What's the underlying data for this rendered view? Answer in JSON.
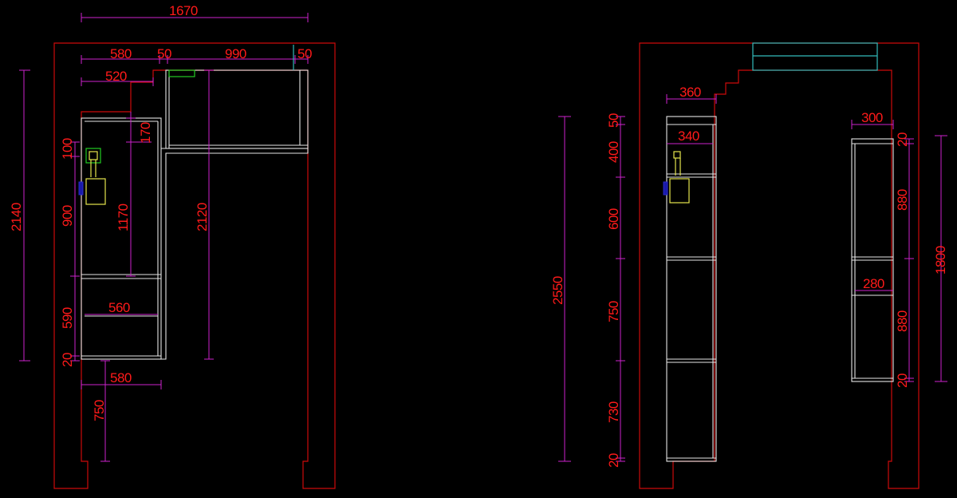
{
  "colors": {
    "background": "#000000",
    "wall": "#cc0a0a",
    "cabinet": "#e6e6e6",
    "dimension_line": "#cc22cc",
    "dimension_text": "#ff1a1a",
    "fixture": "#e6e64d",
    "accent_green": "#22cc22",
    "accent_cyan": "#33bbbb",
    "accent_blue": "#1a1aaa"
  },
  "left_view": {
    "dims": {
      "overall_width": "1670",
      "seg_580": "580",
      "seg_50_left": "50",
      "seg_990": "990",
      "seg_50_right": "50",
      "upper_520": "520",
      "v_170": "170",
      "v_1170": "1170",
      "v_2120": "2120",
      "v_2140": "2140",
      "v_100": "100",
      "v_900": "900",
      "v_590": "590",
      "v_20": "20",
      "inner_560": "560",
      "bottom_580": "580",
      "v_750": "750"
    }
  },
  "right_view": {
    "dims": {
      "top_360": "360",
      "inner_340": "340",
      "v_50": "50",
      "v_400": "400",
      "v_600": "600",
      "v_750": "750",
      "v_730": "730",
      "v_20": "20",
      "overall_2550": "2550",
      "shelf_300": "300",
      "shelf_280": "280",
      "v_20_top": "20",
      "v_880_top": "880",
      "v_880_bottom": "880",
      "v_20_bottom": "20",
      "overall_1800": "1800"
    }
  }
}
